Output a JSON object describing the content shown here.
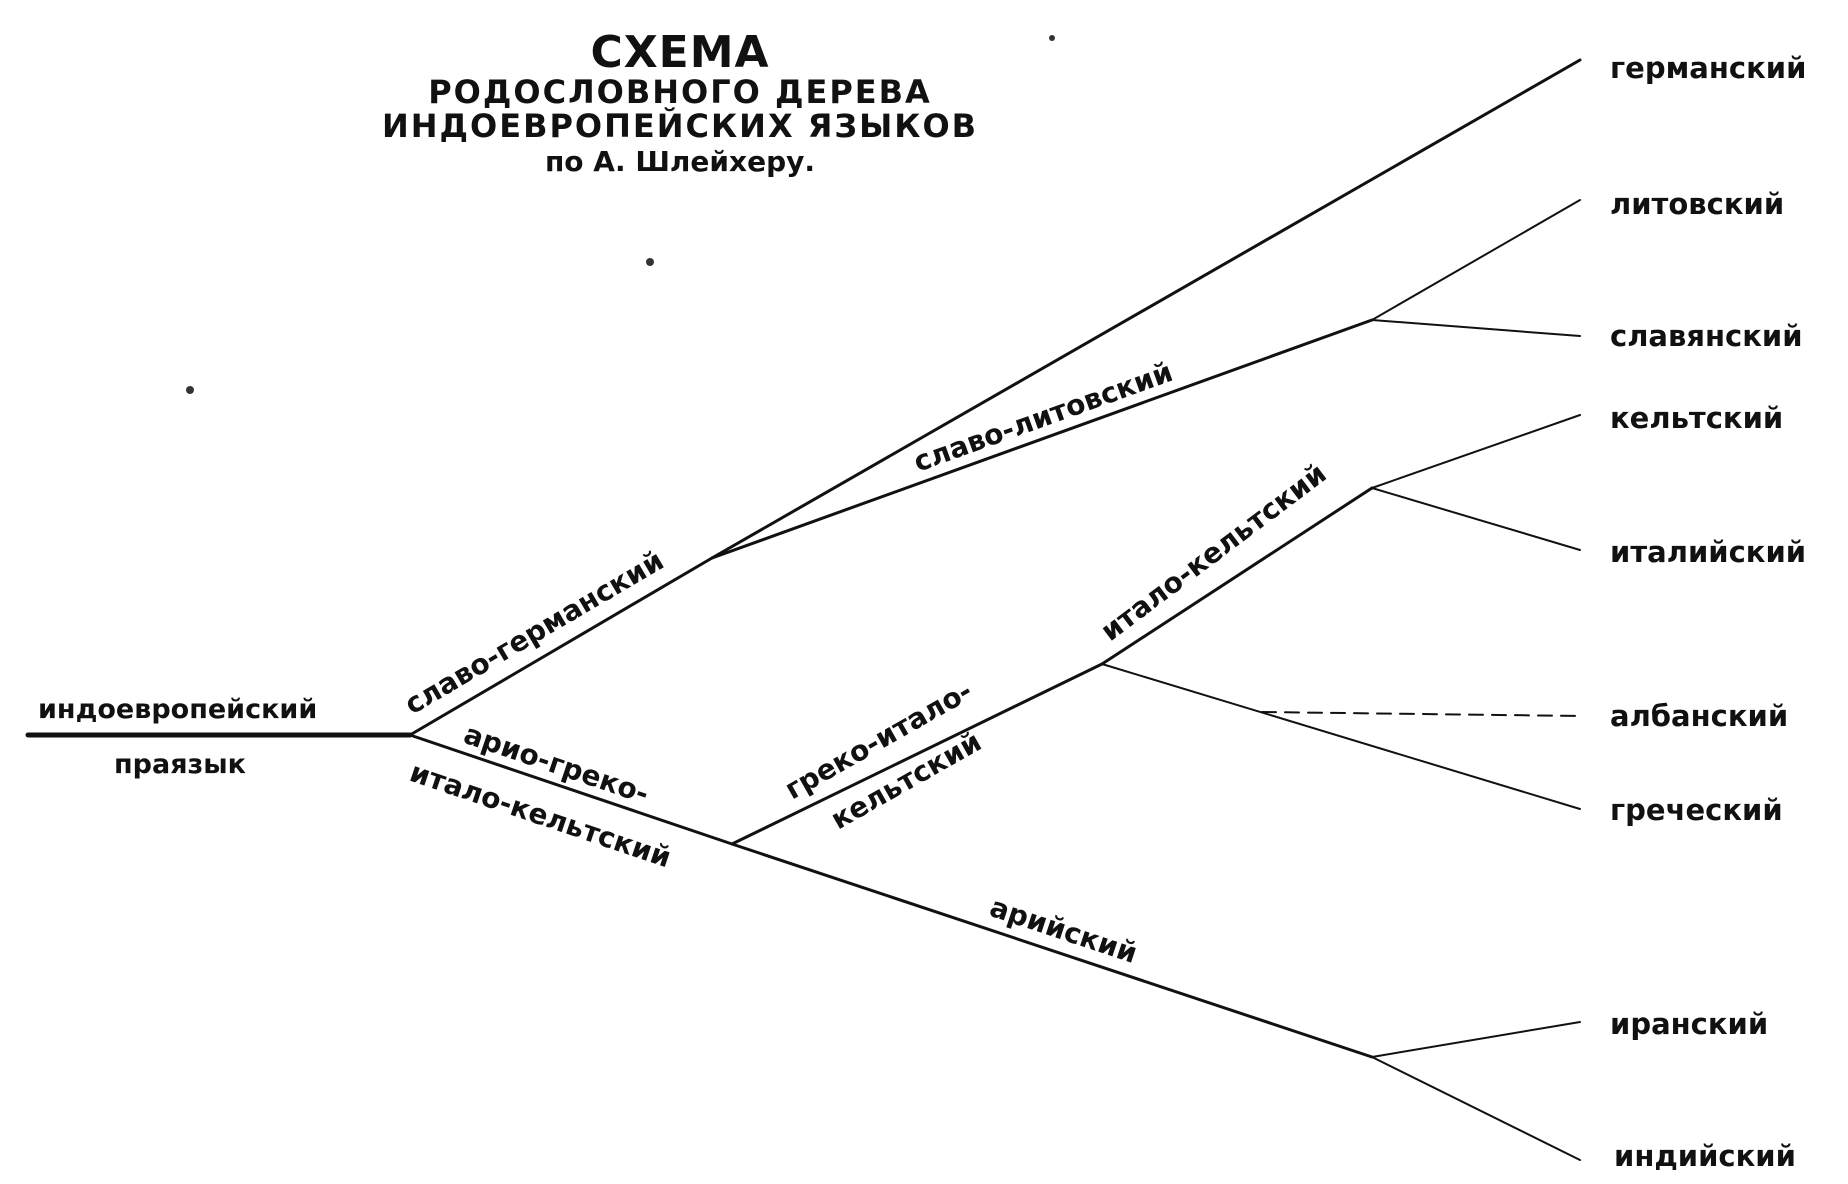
{
  "title": {
    "line1": "СХЕМА",
    "line2": "РОДОСЛОВНОГО ДЕРЕВА",
    "line3": "ИНДОЕВРОПЕЙСКИХ ЯЗЫКОВ",
    "line4": "по А. Шлейхеру."
  },
  "root": {
    "label_top": "индоевропейский",
    "label_bottom": "праязык"
  },
  "edges": {
    "slavo_germanic": "славо-германский",
    "slavo_lithuanian": "славо-литовский",
    "ario_greco_italo_celtic_1": "арио-греко-",
    "ario_greco_italo_celtic_2": "итало-кельтский",
    "greco_italo_celtic_1": "греко-итало-",
    "greco_italo_celtic_2": "кельтский",
    "italo_celtic": "итало-кельтский",
    "aryan": "арийский"
  },
  "leaves": {
    "germanic": "германский",
    "lithuanian": "литовский",
    "slavic": "славянский",
    "celtic": "кельтский",
    "italic": "италийский",
    "albanian": "албанский",
    "greek": "греческий",
    "iranian": "иранский",
    "indian": "индийский"
  },
  "styles": {
    "albanian_link": "dashed"
  }
}
